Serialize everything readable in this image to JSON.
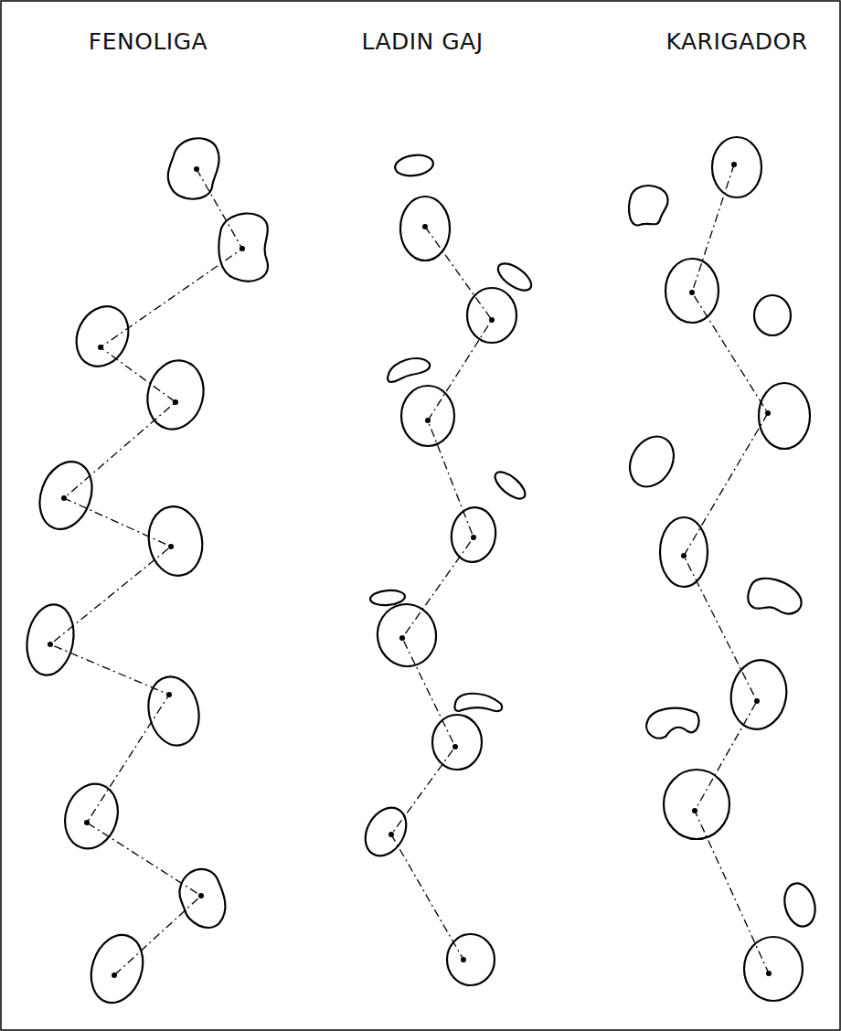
{
  "diagram": {
    "labels": [
      "FENOLIGA",
      "LADIN GAJ",
      "KARIGADOR"
    ]
  }
}
